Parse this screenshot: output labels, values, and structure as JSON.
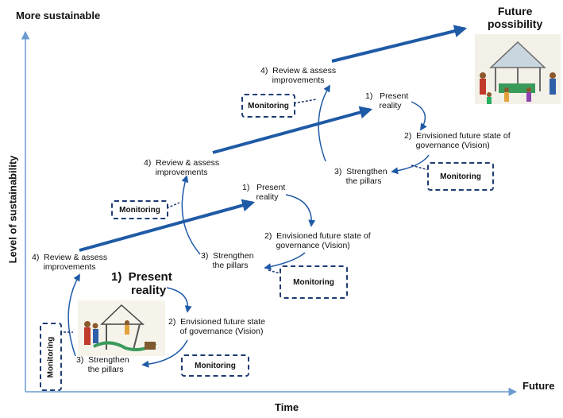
{
  "colors": {
    "accent": "#1f5aa6",
    "axis": "#6a9bd0",
    "dash": "#1f3b73"
  },
  "axes": {
    "y_label": "Level of sustainability",
    "y_top_label": "More sustainable",
    "x_label": "Time",
    "x_end_label": "Future"
  },
  "future": {
    "title_line1": "Future",
    "title_line2": "possibility"
  },
  "cycle1": {
    "present": "1)  Present\n      reality",
    "vision": "2)  Envisioned future state\n     of governance (Vision)",
    "pillars": "3)  Strengthen\n     the pillars",
    "review": "4)  Review & assess\n     improvements",
    "monitoring_side": "Monitoring",
    "monitoring_bottom": "Monitoring"
  },
  "cycle2": {
    "present": "1)   Present\n      reality",
    "vision": "2)  Envisioned future state of\n     governance (Vision)",
    "pillars": "3)  Strengthen\n     the pillars",
    "review": "4)  Review & assess\n     improvements",
    "monitoring_left": "Monitoring",
    "monitoring_right": "Monitoring"
  },
  "cycle3": {
    "present": "1)   Present\n      reality",
    "vision": "2)  Envisioned future state of\n     governance (Vision)",
    "pillars": "3)  Strengthen\n     the pillars",
    "review": "4)  Review & assess\n     improvements",
    "monitoring_left": "Monitoring",
    "monitoring_right": "Monitoring"
  }
}
